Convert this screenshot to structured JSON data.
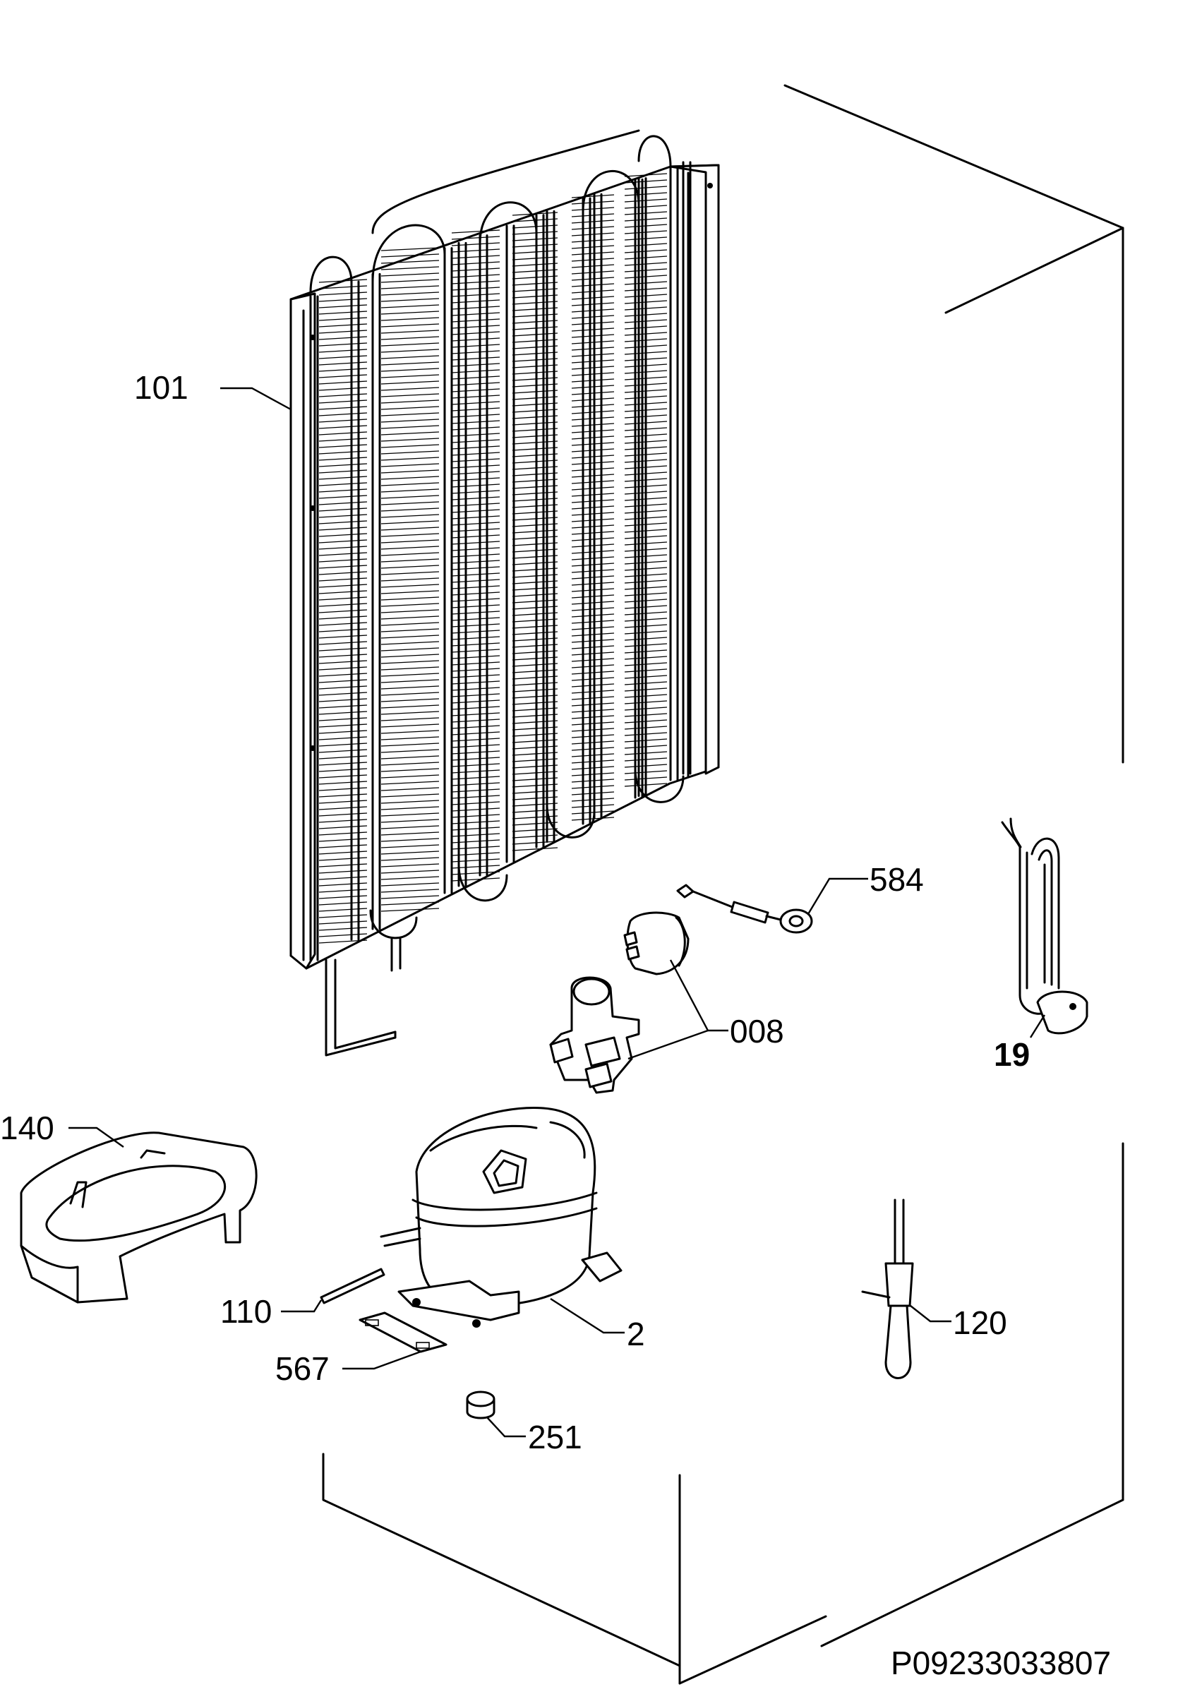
{
  "diagram": {
    "drawing_number": "P09233033807",
    "callouts": [
      {
        "id": "101",
        "text": "101"
      },
      {
        "id": "584",
        "text": "584"
      },
      {
        "id": "008",
        "text": "008"
      },
      {
        "id": "19",
        "text": "19"
      },
      {
        "id": "140",
        "text": "140"
      },
      {
        "id": "110",
        "text": "110"
      },
      {
        "id": "2",
        "text": "2"
      },
      {
        "id": "567",
        "text": "567"
      },
      {
        "id": "251",
        "text": "251"
      },
      {
        "id": "120",
        "text": "120"
      }
    ]
  }
}
